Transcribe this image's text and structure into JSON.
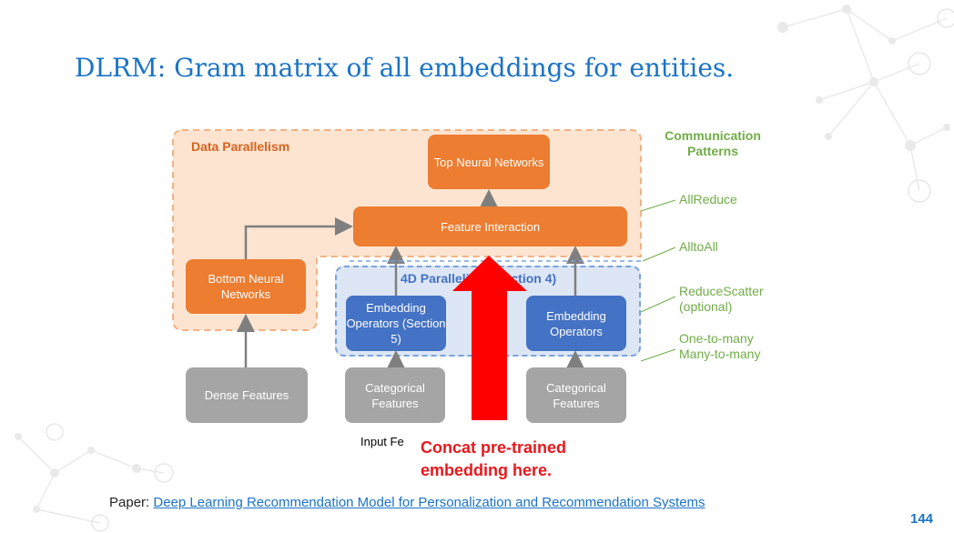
{
  "slide": {
    "title": "DLRM: Gram matrix of all embeddings for entities.",
    "page_number": "144"
  },
  "diagram": {
    "data_parallelism_label": "Data Parallelism",
    "top_neural_networks": "Top Neural Networks",
    "feature_interaction": "Feature Interaction",
    "bottom_neural_networks": "Bottom Neural Networks",
    "parallelism_label": "4D Parallelism (Section 4)",
    "embedding_operators_left": "Embedding Operators (Section 5)",
    "embedding_operators_right": "Embedding Operators",
    "dense_features": "Dense Features",
    "categorical_features_left": "Categorical Features",
    "categorical_features_right": "Categorical Features",
    "input_features_caption": "Input Fe"
  },
  "communication": {
    "title": "Communication Patterns",
    "allreduce": "AllReduce",
    "alltoall": "AlltoAll",
    "reducescatter": "ReduceScatter",
    "optional": "(optional)",
    "one_to_many": "One-to-many",
    "many_to_many": "Many-to-many"
  },
  "callout": {
    "line1": "Concat pre-trained",
    "line2": "embedding here."
  },
  "reference": {
    "prefix": "Paper:",
    "link_text": "Deep Learning Recommendation Model for Personalization and Recommendation Systems"
  },
  "colors": {
    "title_blue": "#1a73c7",
    "orange": "#ed7d31",
    "blue": "#4472c4",
    "gray": "#a5a5a5",
    "green": "#70ad47",
    "red": "#e8181d"
  }
}
